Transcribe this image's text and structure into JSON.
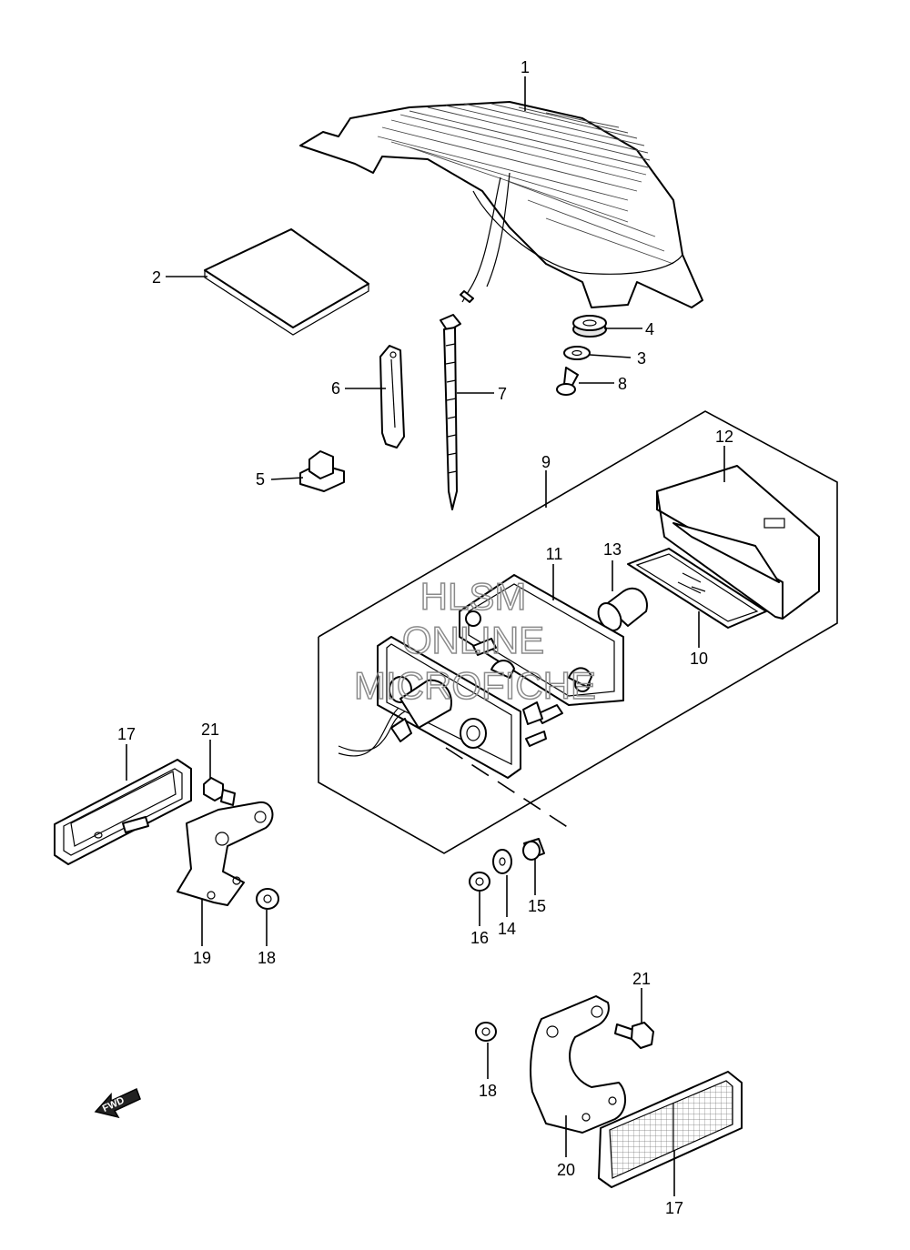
{
  "watermark": [
    "HLSM",
    "ONLINE",
    "MICROFICHE"
  ],
  "forward_badge": "FWD",
  "callouts": [
    {
      "id": "c1",
      "label": "1"
    },
    {
      "id": "c2",
      "label": "2"
    },
    {
      "id": "c3",
      "label": "3"
    },
    {
      "id": "c4",
      "label": "4"
    },
    {
      "id": "c5",
      "label": "5"
    },
    {
      "id": "c6",
      "label": "6"
    },
    {
      "id": "c7",
      "label": "7"
    },
    {
      "id": "c8",
      "label": "8"
    },
    {
      "id": "c9",
      "label": "9"
    },
    {
      "id": "c10",
      "label": "10"
    },
    {
      "id": "c11",
      "label": "11"
    },
    {
      "id": "c12",
      "label": "12"
    },
    {
      "id": "c13",
      "label": "13"
    },
    {
      "id": "c14",
      "label": "14"
    },
    {
      "id": "c15",
      "label": "15"
    },
    {
      "id": "c16",
      "label": "16"
    },
    {
      "id": "c17a",
      "label": "17"
    },
    {
      "id": "c17b",
      "label": "17"
    },
    {
      "id": "c18a",
      "label": "18"
    },
    {
      "id": "c18b",
      "label": "18"
    },
    {
      "id": "c19",
      "label": "19"
    },
    {
      "id": "c20",
      "label": "20"
    },
    {
      "id": "c21a",
      "label": "21"
    },
    {
      "id": "c21b",
      "label": "21"
    }
  ]
}
